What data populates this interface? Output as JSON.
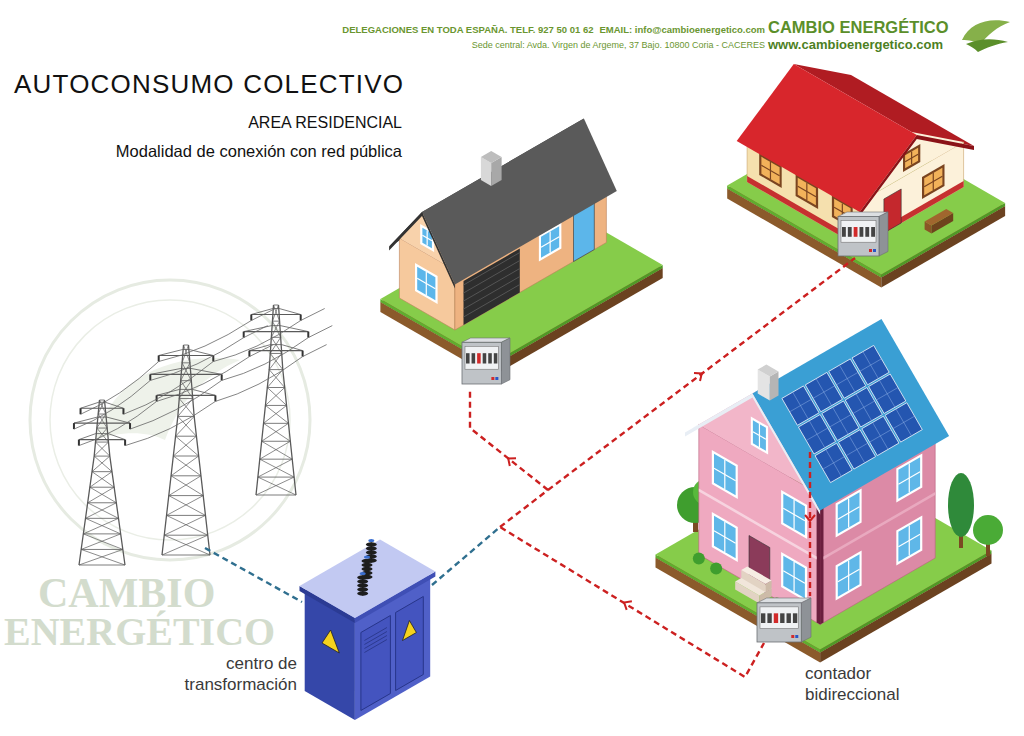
{
  "diagram": {
    "title": "AUTOCONSUMO COLECTIVO",
    "nodes": [
      {
        "text": [
          "centro de transformación"
        ]
      },
      {
        "text": [
          "contador bidireccional"
        ]
      }
    ],
    "edges": [
      {
        "from": 0,
        "to": 1,
        "arrow": "none"
      }
    ],
    "labels": [
      "DELEGACIONES EN TODA ESPAÑA. TELF. 927 50 01 62",
      "EMAIL: info@cambioenergetico.com",
      "CAMBIO ENERGÉTICO",
      "Sede central: Avda. Virgen de Argeme, 37 Bajo. 10800 Coria - CACERES",
      "www.cambioenergetico.com",
      "AREA RESIDENCIAL",
      "Modalidad de conexión con red pública",
      "CAMBIO",
      "ENERGÉTICO"
    ]
  }
}
